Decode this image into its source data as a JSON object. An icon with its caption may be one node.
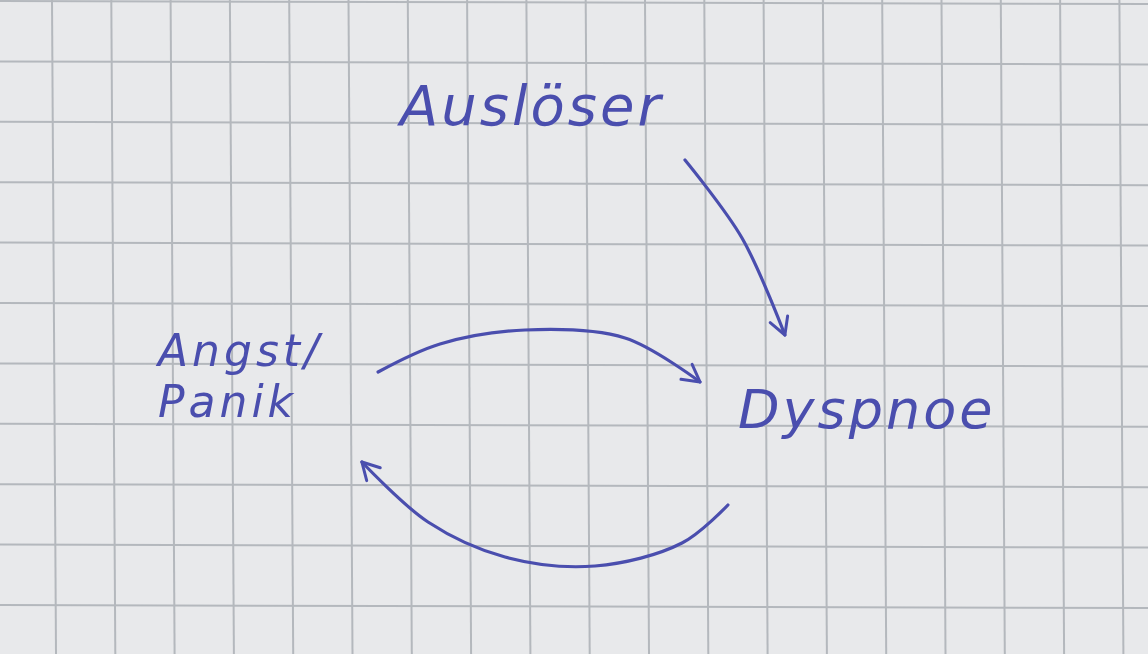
{
  "diagram": {
    "nodes": [
      {
        "text": [
          "Auslöser"
        ]
      },
      {
        "text": [
          "Angst/ Panik"
        ]
      },
      {
        "text": [
          "Dyspnoe"
        ]
      }
    ],
    "edges": [
      {
        "from": 0,
        "to": 2,
        "arrow": "to"
      },
      {
        "from": 1,
        "to": 2,
        "arrow": "to"
      },
      {
        "from": 2,
        "to": 1,
        "arrow": "to"
      }
    ]
  }
}
